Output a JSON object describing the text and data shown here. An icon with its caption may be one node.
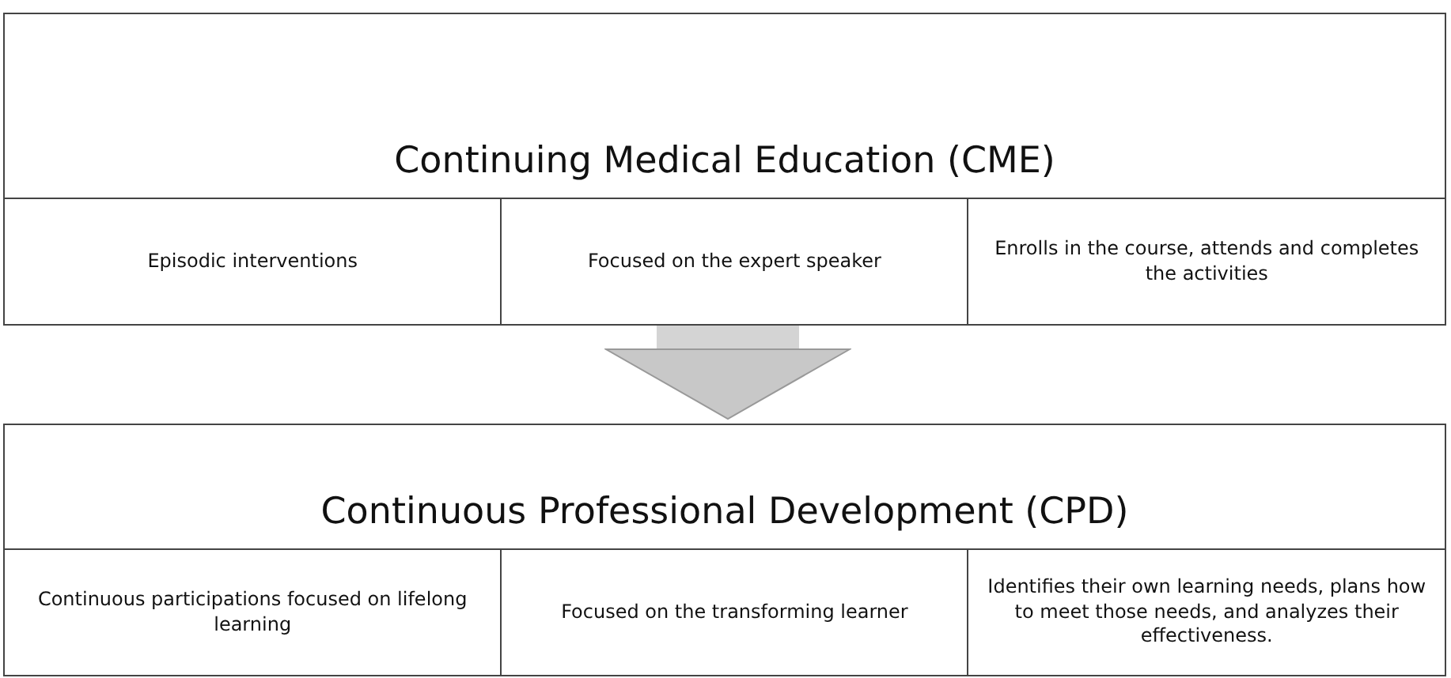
{
  "diagram": {
    "nodes": [
      {
        "text": [
          "Continuing Medical Education (CME)"
        ]
      },
      {
        "text": [
          "Episodic interventions"
        ],
        "in": 0
      },
      {
        "text": [
          "Focused on the expert speaker"
        ],
        "in": 0
      },
      {
        "text": [
          "Enrolls in the course, attends and completes the activities"
        ],
        "in": 0
      },
      {
        "text": [
          "Continuous Professional Development (CPD)"
        ]
      },
      {
        "text": [
          "Continuous participations focused on lifelong learning"
        ],
        "in": 4
      },
      {
        "text": [
          "Focused on the transforming learner"
        ],
        "in": 4
      },
      {
        "text": [
          "Identifies their own learning needs, plans how to meet those needs, and analyzes their effectiveness."
        ],
        "in": 4
      }
    ],
    "edges": [
      {
        "from": 0,
        "to": 4,
        "arrow": "to"
      }
    ]
  }
}
